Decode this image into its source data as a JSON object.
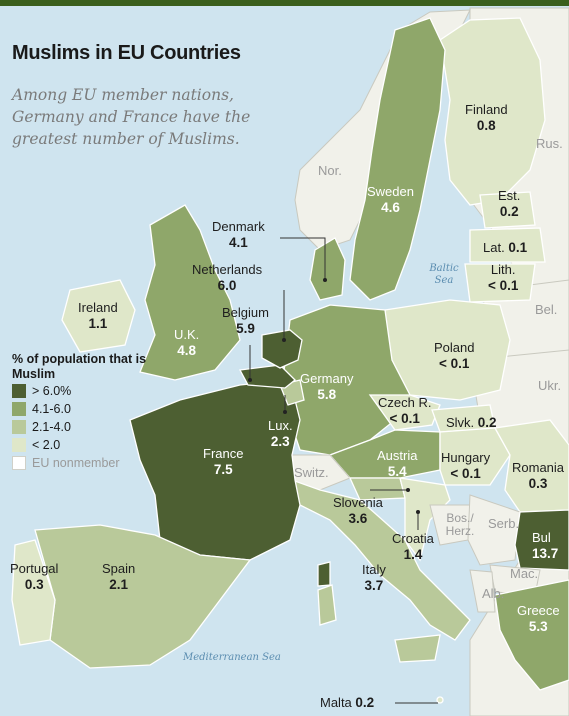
{
  "title": "Muslims in EU Countries",
  "subtitle": "Among EU member nations, Germany and France have the greatest number of Muslims.",
  "legend": {
    "title": "% of population that is Muslim",
    "items": [
      {
        "label": "> 6.0%",
        "color": "#4d5f32"
      },
      {
        "label": "4.1-6.0",
        "color": "#8fa76a"
      },
      {
        "label": "2.1-4.0",
        "color": "#b9c99a"
      },
      {
        "label": "< 2.0",
        "color": "#dfe7c9"
      },
      {
        "label": "EU nonmember",
        "color": "#ffffff"
      }
    ]
  },
  "countries": {
    "finland": {
      "name": "Finland",
      "value": "0.8"
    },
    "sweden": {
      "name": "Sweden",
      "value": "4.6"
    },
    "estonia": {
      "name": "Est.",
      "value": "0.2"
    },
    "latvia": {
      "name": "Lat.",
      "value": "0.1"
    },
    "lithuania": {
      "name": "Lith.",
      "value": "< 0.1"
    },
    "denmark": {
      "name": "Denmark",
      "value": "4.1"
    },
    "netherlands": {
      "name": "Netherlands",
      "value": "6.0"
    },
    "belgium": {
      "name": "Belgium",
      "value": "5.9"
    },
    "ireland": {
      "name": "Ireland",
      "value": "1.1"
    },
    "uk": {
      "name": "U.K.",
      "value": "4.8"
    },
    "poland": {
      "name": "Poland",
      "value": "< 0.1"
    },
    "germany": {
      "name": "Germany",
      "value": "5.8"
    },
    "czech": {
      "name": "Czech R.",
      "value": "< 0.1"
    },
    "slovakia": {
      "name": "Slvk.",
      "value": "0.2"
    },
    "luxembourg": {
      "name": "Lux.",
      "value": "2.3"
    },
    "france": {
      "name": "France",
      "value": "7.5"
    },
    "austria": {
      "name": "Austria",
      "value": "5.4"
    },
    "hungary": {
      "name": "Hungary",
      "value": "< 0.1"
    },
    "romania": {
      "name": "Romania",
      "value": "0.3"
    },
    "slovenia": {
      "name": "Slovenia",
      "value": "3.6"
    },
    "croatia": {
      "name": "Croatia",
      "value": "1.4"
    },
    "bulgaria": {
      "name": "Bul",
      "value": "13.7"
    },
    "portugal": {
      "name": "Portugal",
      "value": "0.3"
    },
    "spain": {
      "name": "Spain",
      "value": "2.1"
    },
    "italy": {
      "name": "Italy",
      "value": "3.7"
    },
    "greece": {
      "name": "Greece",
      "value": "5.3"
    },
    "malta": {
      "name": "Malta",
      "value": "0.2"
    }
  },
  "nonmembers": {
    "norway": "Nor.",
    "russia": "Rus.",
    "belarus": "Bel.",
    "ukraine": "Ukr.",
    "switzerland": "Switz.",
    "bosnia": "Bos./ Herz.",
    "serbia": "Serb.",
    "macedonia": "Mac.",
    "albania": "Alb."
  },
  "seas": {
    "baltic": "Baltic Sea",
    "mediterranean": "Mediterranean Sea"
  }
}
